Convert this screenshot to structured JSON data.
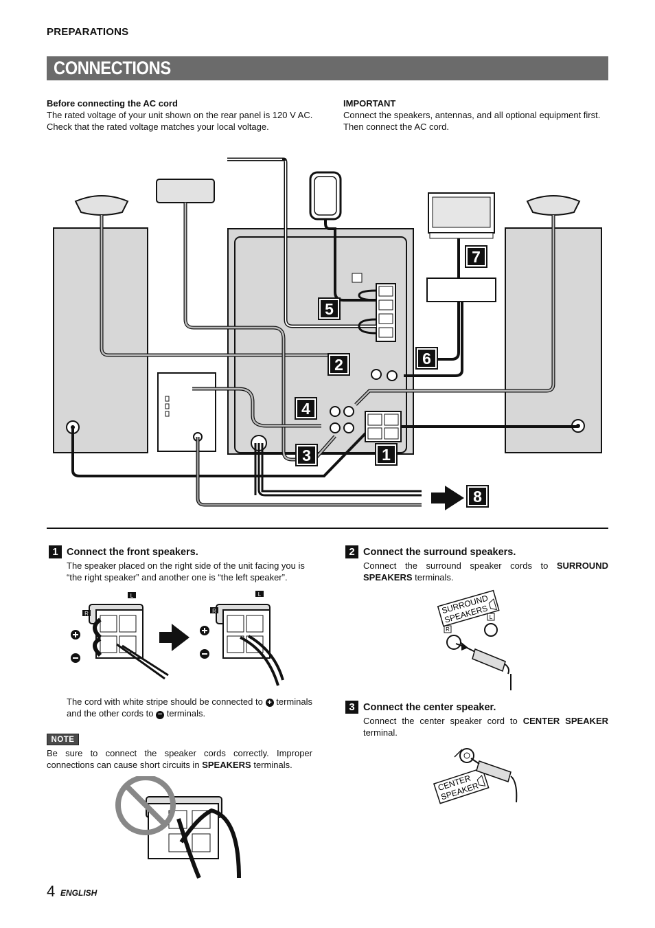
{
  "header": {
    "section": "PREPARATIONS",
    "title": "CONNECTIONS"
  },
  "intro": {
    "left_heading": "Before connecting the AC cord",
    "left_text": "The rated voltage of your unit shown on the rear panel is 120 V AC. Check that the rated voltage matches your local voltage.",
    "right_heading": "IMPORTANT",
    "right_text": "Connect the speakers, antennas, and all optional equipment first. Then connect the AC cord."
  },
  "diagram": {
    "callouts": [
      "1",
      "2",
      "3",
      "4",
      "5",
      "6",
      "7",
      "8"
    ]
  },
  "steps": {
    "s1": {
      "num": "1",
      "heading": "Connect the front speakers.",
      "text": "The speaker placed on the right side of the unit facing you is “the right speaker” and another one is “the left speaker”.",
      "text2_a": "The cord with white stripe should be connected to",
      "text2_b": "terminals and the other cords to",
      "text2_c": "terminals.",
      "label_r": "R",
      "label_l": "L"
    },
    "s2": {
      "num": "2",
      "heading": "Connect the surround speakers.",
      "text_a": "Connect the surround speaker cords to",
      "text_bold": "SURROUND SPEAKERS",
      "text_b": "terminals.",
      "panel_line1": "SURROUND",
      "panel_line2": "SPEAKERS",
      "label_r": "R",
      "label_l": "L"
    },
    "s3": {
      "num": "3",
      "heading": "Connect the center speaker.",
      "text_a": "Connect the center speaker cord to",
      "text_bold": "CENTER SPEAKER",
      "text_b": "terminal.",
      "panel_line1": "CENTER",
      "panel_line2": "SPEAKER"
    }
  },
  "note": {
    "badge": "NOTE",
    "text_a": "Be sure to connect the speaker cords correctly. Improper connections can cause short circuits in",
    "text_bold": "SPEAKERS",
    "text_b": "terminals."
  },
  "footer": {
    "page_number": "4",
    "language": "ENGLISH"
  }
}
